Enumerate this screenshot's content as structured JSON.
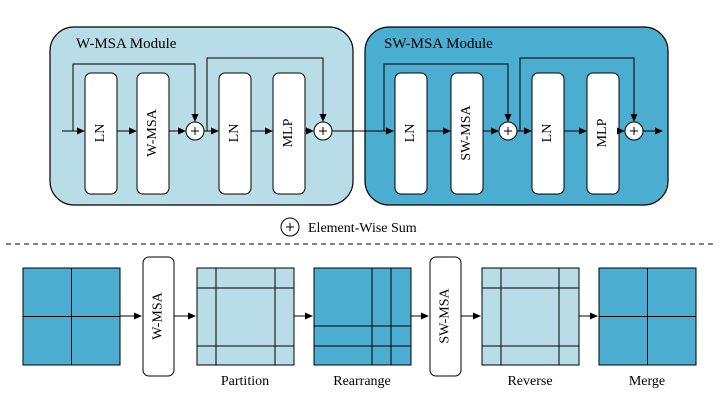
{
  "top": {
    "modules": [
      {
        "title": "W-MSA Module",
        "blocks": [
          "LN",
          "W-MSA",
          "LN",
          "MLP"
        ]
      },
      {
        "title": "SW-MSA Module",
        "blocks": [
          "LN",
          "SW-MSA",
          "LN",
          "MLP"
        ]
      }
    ],
    "legend": {
      "symbol": "+",
      "label": "Element-Wise Sum"
    }
  },
  "bottom": {
    "op1": "W-MSA",
    "op2": "SW-MSA",
    "grid_labels": [
      "Partition",
      "Rearrange",
      "Reverse",
      "Merge"
    ]
  },
  "colors": {
    "module1_fill": "#b9dde6",
    "module2_fill": "#4badcf",
    "grid_dark": "#4badcf",
    "grid_light": "#b9dde6"
  }
}
